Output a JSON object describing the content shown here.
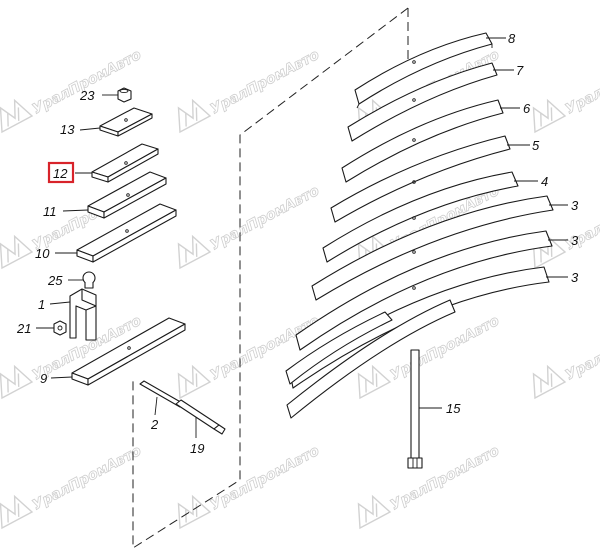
{
  "watermark": {
    "text": "УралПромАвто"
  },
  "callouts": [
    {
      "id": "p8",
      "label": "8"
    },
    {
      "id": "p7",
      "label": "7"
    },
    {
      "id": "p6",
      "label": "6"
    },
    {
      "id": "p5",
      "label": "5"
    },
    {
      "id": "p4",
      "label": "4"
    },
    {
      "id": "p3a",
      "label": "3"
    },
    {
      "id": "p3b",
      "label": "3"
    },
    {
      "id": "p3c",
      "label": "3"
    },
    {
      "id": "p23",
      "label": "23"
    },
    {
      "id": "p13",
      "label": "13"
    },
    {
      "id": "p12",
      "label": "12",
      "highlighted": true
    },
    {
      "id": "p11",
      "label": "11"
    },
    {
      "id": "p10",
      "label": "10"
    },
    {
      "id": "p25",
      "label": "25"
    },
    {
      "id": "p1",
      "label": "1"
    },
    {
      "id": "p21",
      "label": "21"
    },
    {
      "id": "p9",
      "label": "9"
    },
    {
      "id": "p2",
      "label": "2"
    },
    {
      "id": "p19",
      "label": "19"
    },
    {
      "id": "p15",
      "label": "15"
    }
  ],
  "colors": {
    "line": "#1a1a1a",
    "highlight": "#d8232a",
    "watermark": "#cfcfcf"
  }
}
